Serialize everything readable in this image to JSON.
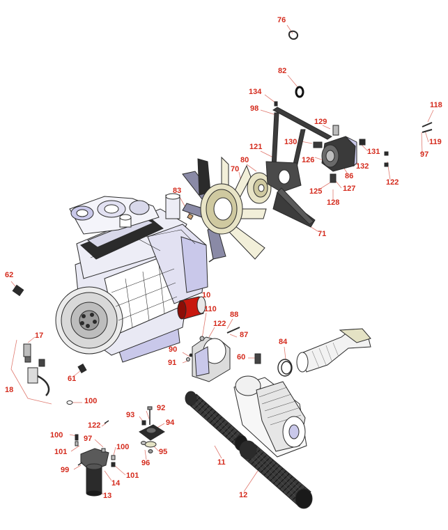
{
  "colors": {
    "label": "#d42a1c",
    "leader": "#e07a70",
    "outline": "#2a2a2a",
    "lavender": "#c9c8ea",
    "grey": "#bdbdbd",
    "dark": "#2b2b2b",
    "cream": "#f2efd9",
    "red": "#c8180e",
    "blade": "#8a8aa6"
  },
  "parts": {
    "p76": "76",
    "p82": "82",
    "p134": "134",
    "p98": "98",
    "p118": "118",
    "p129": "129",
    "p130": "130",
    "p121": "121",
    "p80": "80",
    "p70": "70",
    "p126": "126",
    "p131": "131",
    "p132": "132",
    "p86": "86",
    "p125": "125",
    "p127": "127",
    "p128": "128",
    "p119": "119",
    "p97a": "97",
    "p122a": "122",
    "p83": "83",
    "p71": "71",
    "p62": "62",
    "p10": "10",
    "p110": "110",
    "p88": "88",
    "p122b": "122",
    "p87": "87",
    "p17": "17",
    "p90": "90",
    "p91": "91",
    "p84": "84",
    "p60": "60",
    "p61": "61",
    "p18": "18",
    "p100a": "100",
    "p92": "92",
    "p93": "93",
    "p94": "94",
    "p122c": "122",
    "p100b": "100",
    "p97b": "97",
    "p100c": "100",
    "p101a": "101",
    "p95": "95",
    "p96": "96",
    "p11": "11",
    "p99": "99",
    "p14": "14",
    "p101b": "101",
    "p13": "13",
    "p12": "12"
  }
}
